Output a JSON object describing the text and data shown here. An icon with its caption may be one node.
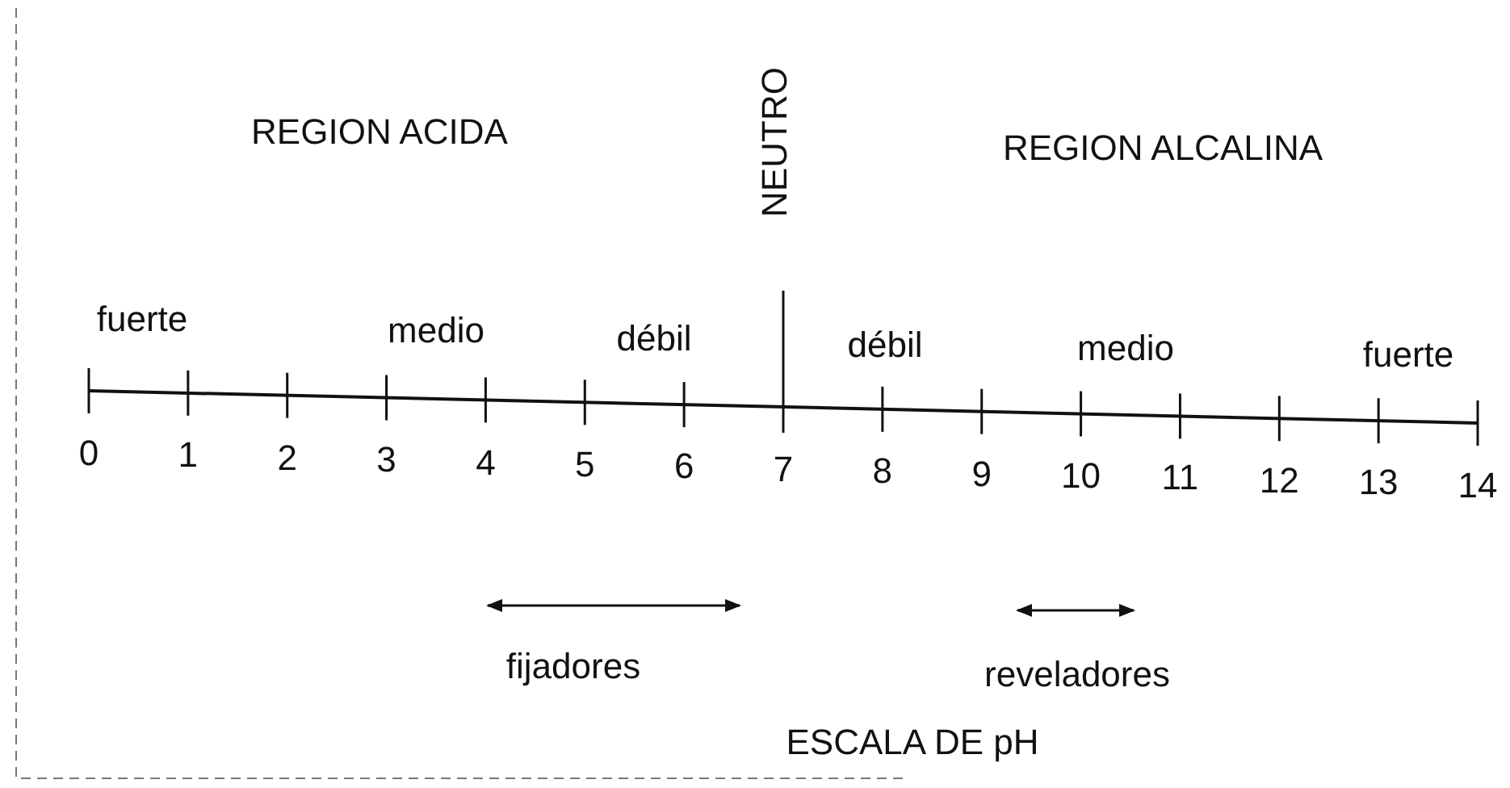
{
  "diagram": {
    "caption": "ESCALA DE pH",
    "labels": [
      "REGION ACIDA",
      "NEUTRO",
      "REGION ALCALINA",
      "fuerte",
      "medio",
      "débil",
      "débil",
      "medio",
      "fuerte",
      "0",
      "1",
      "2",
      "3",
      "4",
      "5",
      "6",
      "7",
      "8",
      "9",
      "10",
      "11",
      "12",
      "13",
      "14",
      "fijadores",
      "reveladores"
    ]
  }
}
